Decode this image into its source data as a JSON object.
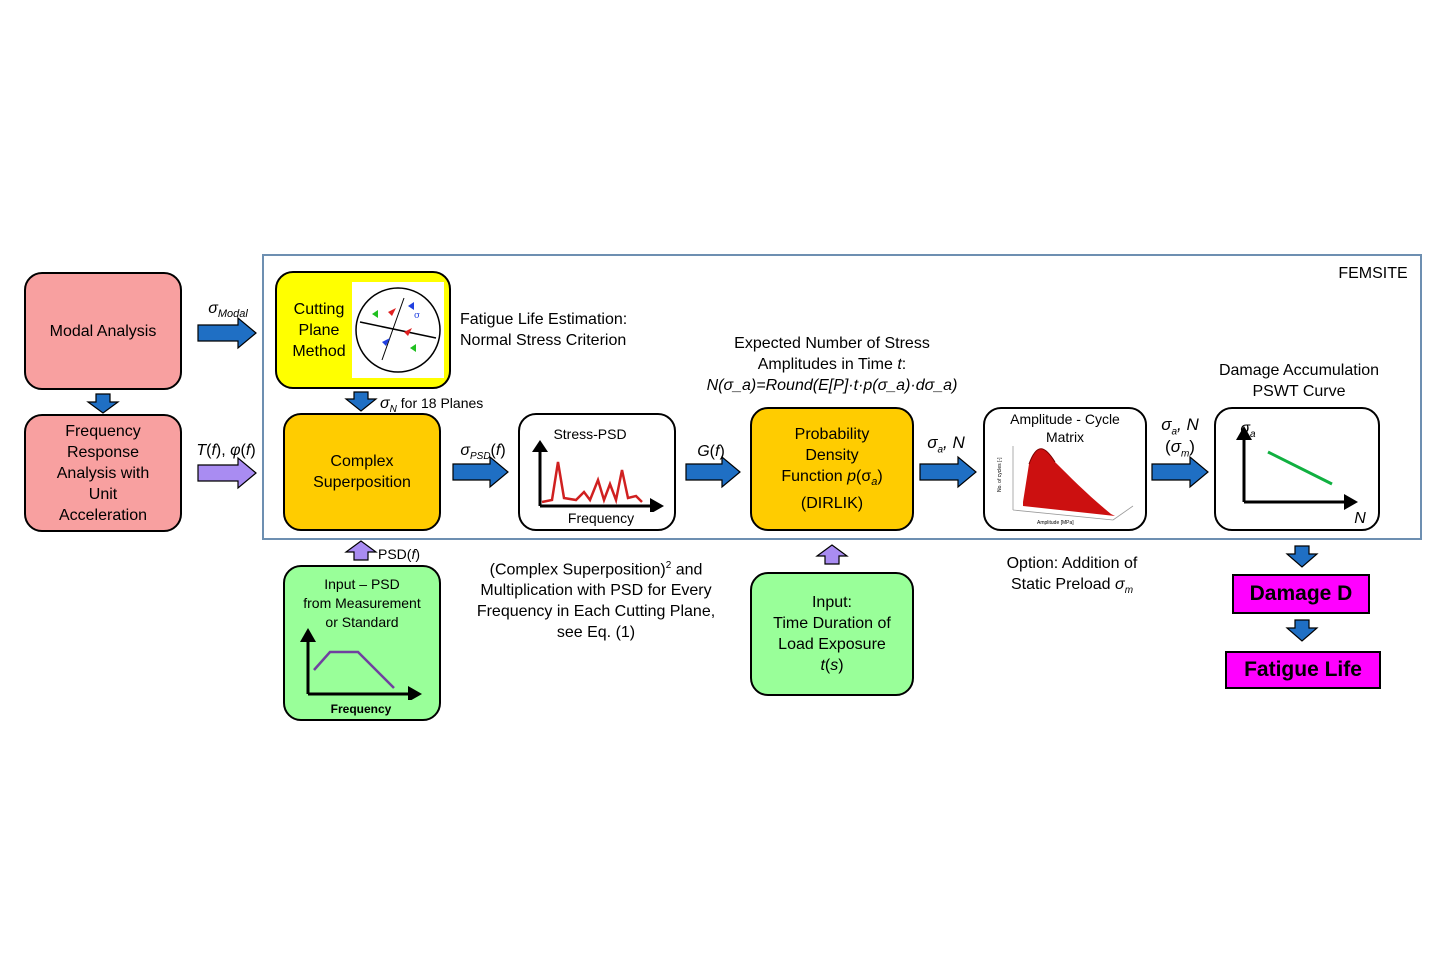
{
  "frame": {
    "label": "FEMSITE",
    "border_color": "#6d8fb1"
  },
  "colors": {
    "modal": "#f8a0a0",
    "cutting": "#ffff00",
    "process": "#ffcc00",
    "input": "#99ff99",
    "result": "#ff00ff",
    "arrow_blue": "#1f6fc4",
    "arrow_purple": "#a98cf2"
  },
  "boxes": {
    "modal_analysis": "Modal Analysis",
    "frequency_response": [
      "Frequency",
      "Response",
      "Analysis with",
      "Unit",
      "Acceleration"
    ],
    "cutting_plane": [
      "Cutting",
      "Plane",
      "Method"
    ],
    "complex_superposition": [
      "Complex",
      "Superposition"
    ],
    "stress_psd": {
      "title": "Stress-PSD",
      "xlabel": "Frequency"
    },
    "probability_density": {
      "l1": "Probability",
      "l2": "Density",
      "l3": "Function ",
      "l3_sym": "p",
      "l3_tail": "(σ",
      "l3_sub": "a",
      "l3_end": ")",
      "l4": "(DIRLIK)"
    },
    "amplitude_matrix": {
      "title_l1": "Amplitude - Cycle",
      "title_l2": "Matrix",
      "ylabel": "No. of cycles [-]",
      "xlabel": "Amplitude [MPa]"
    },
    "damage_curve": {
      "ylabel": "σ",
      "ylabel_sub": "a",
      "xlabel": "N"
    },
    "input_psd": {
      "lines": [
        "Input – PSD",
        "from Measurement",
        "or Standard"
      ],
      "xlabel": "Frequency"
    },
    "input_time": {
      "lines": [
        "Input:",
        "Time Duration of",
        "Load Exposure"
      ],
      "sym": "t",
      "sym_tail": "(",
      "sym2": "s",
      "sym_end": ")"
    }
  },
  "labels": {
    "sigma_modal": "σ",
    "sigma_modal_sub": "Modal",
    "t_phi": {
      "a": "T",
      "b": "(",
      "c": "f",
      "d": "), ",
      "e": "φ",
      "f": "(",
      "g": "f",
      "h": ")"
    },
    "sigma_n": {
      "sym": "σ",
      "sub": "N",
      "tail": " for 18 Planes"
    },
    "sigma_psd": {
      "sym": "σ",
      "sub": "PSD",
      "tail": "(",
      "f": "f",
      "end": ")"
    },
    "g_f": {
      "a": "G",
      "b": "(",
      "c": "f",
      "d": ")"
    },
    "sigma_a_n": {
      "a": "σ",
      "sub": "a",
      "b": ", N"
    },
    "sigma_a_n2": {
      "a": "σ",
      "sub": "a",
      "b": ", N"
    },
    "sigma_m": {
      "open": "(",
      "a": "σ",
      "sub": "m",
      "close": ")"
    },
    "psd_f": {
      "a": "PSD(",
      "b": "f",
      "c": ")"
    },
    "fatigue_estimation": [
      "Fatigue Life Estimation:",
      "Normal Stress Criterion"
    ],
    "expected_number": {
      "l1": "Expected Number of Stress",
      "l2": "Amplitudes in Time ",
      "l2_sym": "t",
      "l2_end": ":",
      "formula": "N(σ_a)=Round(E[P]·t·p(σ_a)·dσ_a)"
    },
    "damage_accumulation": [
      "Damage Accumulation",
      "PSWT Curve"
    ],
    "complex_note": {
      "l1": "(Complex Superposition)",
      "sup": "2",
      "l1_end": " and",
      "l2": "Multiplication with PSD for Every",
      "l3": "Frequency in Each Cutting Plane,",
      "l4": "see Eq. (1)"
    },
    "option": {
      "l1": "Option: Addition of",
      "l2": "Static Preload ",
      "sym": "σ",
      "sub": "m"
    }
  },
  "results": {
    "damage": "Damage D",
    "fatigue_life": "Fatigue Life"
  }
}
